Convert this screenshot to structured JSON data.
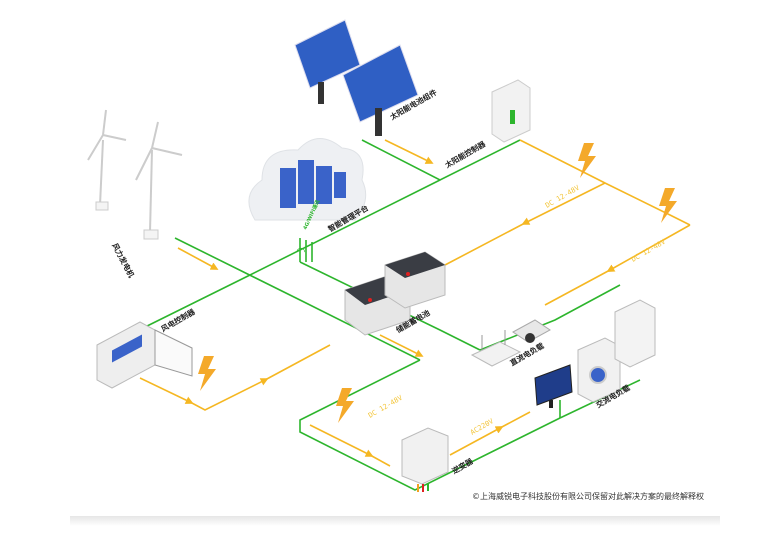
{
  "colors": {
    "power_line": "#2db52d",
    "energy_flow": "#f5b722",
    "lightning": "#f4a92a"
  },
  "labels": {
    "wind_turbine": "风力发电机",
    "wind_controller": "风电控制器",
    "solar_panels": "太阳能电池组件",
    "solar_controller": "太阳能控制器",
    "platform": "智能管理平台",
    "comm": "4G/WIFI通讯",
    "battery": "储能蓄电池",
    "dc_load": "直流电负载",
    "ac_load": "交流电负载",
    "inverter": "逆变器"
  },
  "voltages": {
    "dc_1": "DC 12-48V",
    "dc_2": "DC 12-48V",
    "dc_3": "DC 12-48V",
    "ac": "AC220V"
  },
  "copyright": "©上海威锐电子科技股份有限公司保留对此解决方案的最终解释权",
  "icons": [
    "wind-turbine-icon",
    "solar-panel-icon",
    "cloud-server-icon",
    "wifi-icon",
    "battery-icon",
    "controller-cabinet-icon",
    "inverter-icon",
    "router-icon",
    "camera-icon",
    "monitor-icon",
    "washing-machine-icon",
    "fridge-icon",
    "lightning-icon"
  ]
}
